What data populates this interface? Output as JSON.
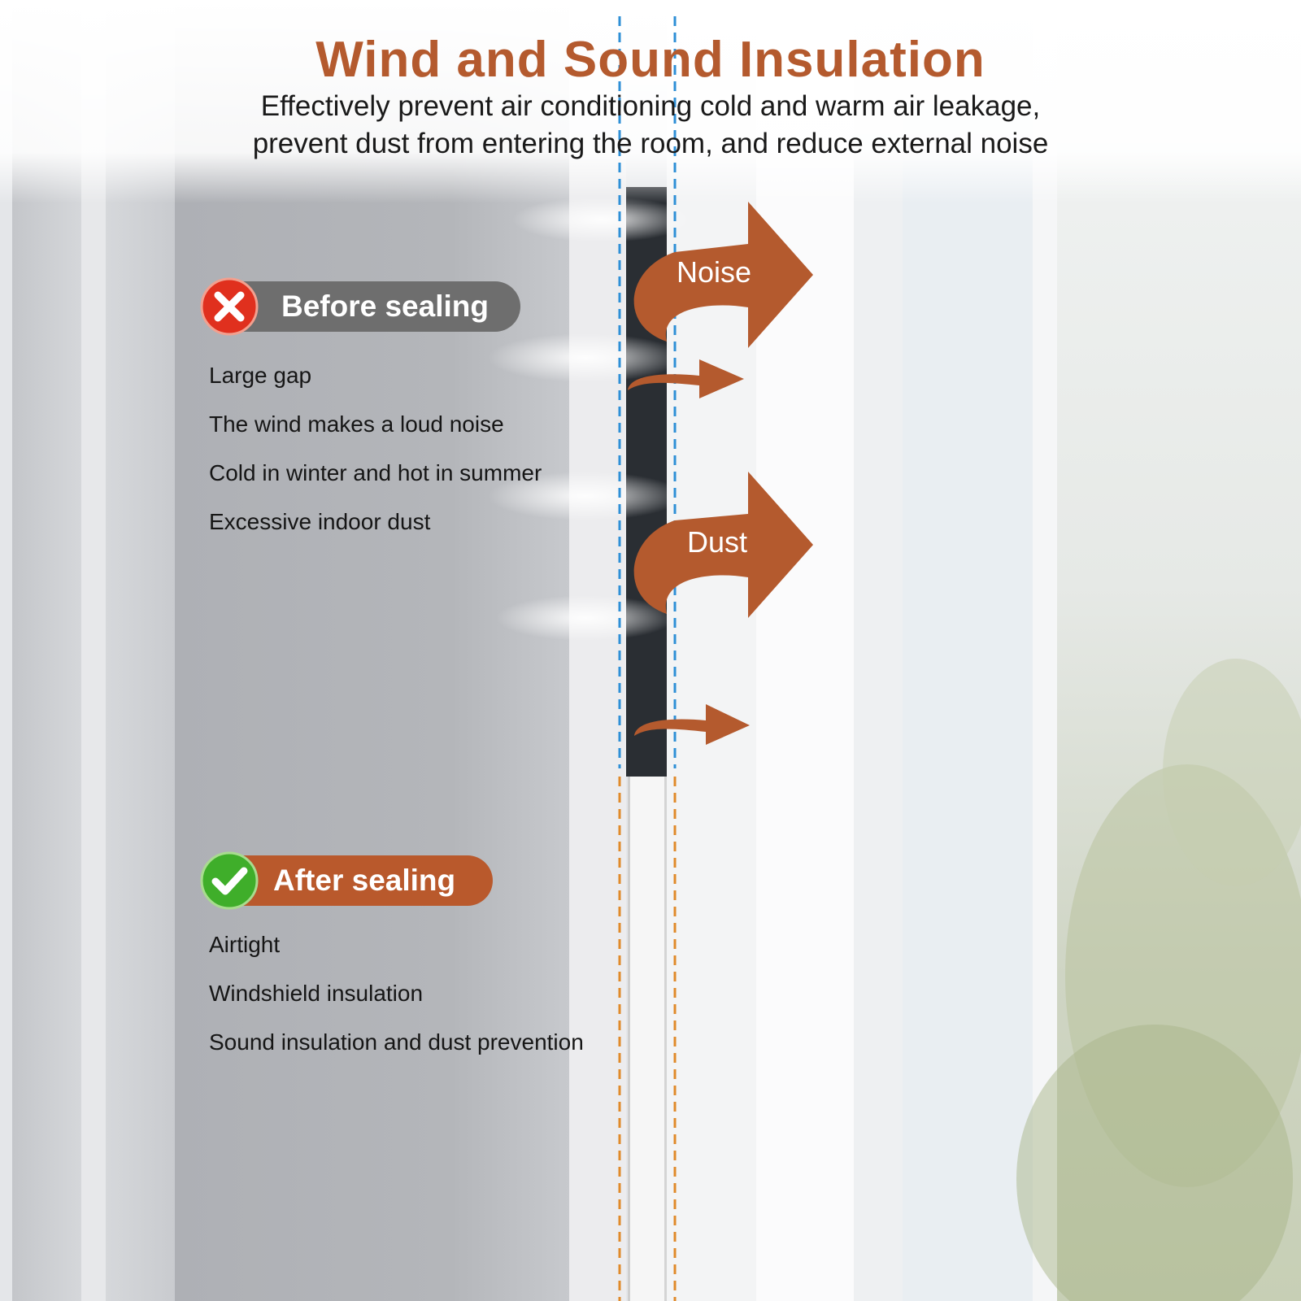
{
  "title": "Wind and Sound Insulation",
  "subtitle_line1": "Effectively prevent air conditioning cold and warm air leakage,",
  "subtitle_line2": "prevent dust from entering the room, and reduce external noise",
  "before": {
    "label": "Before sealing",
    "icon": "red-x-icon",
    "items": [
      "Large gap",
      "The wind makes a loud noise",
      "Cold in winter and hot in summer",
      "Excessive indoor dust"
    ]
  },
  "after": {
    "label": "After sealing",
    "icon": "green-check-icon",
    "items": [
      "Airtight",
      "Windshield insulation",
      "Sound insulation and dust prevention"
    ]
  },
  "arrows": {
    "noise": "Noise",
    "dust": "Dust"
  },
  "colors": {
    "accent": "#b45a2e",
    "before_badge": "#6e6e6e",
    "after_badge": "#b9592c",
    "dashed_blue": "#2e8fd6",
    "dashed_orange": "#e08a2a"
  }
}
